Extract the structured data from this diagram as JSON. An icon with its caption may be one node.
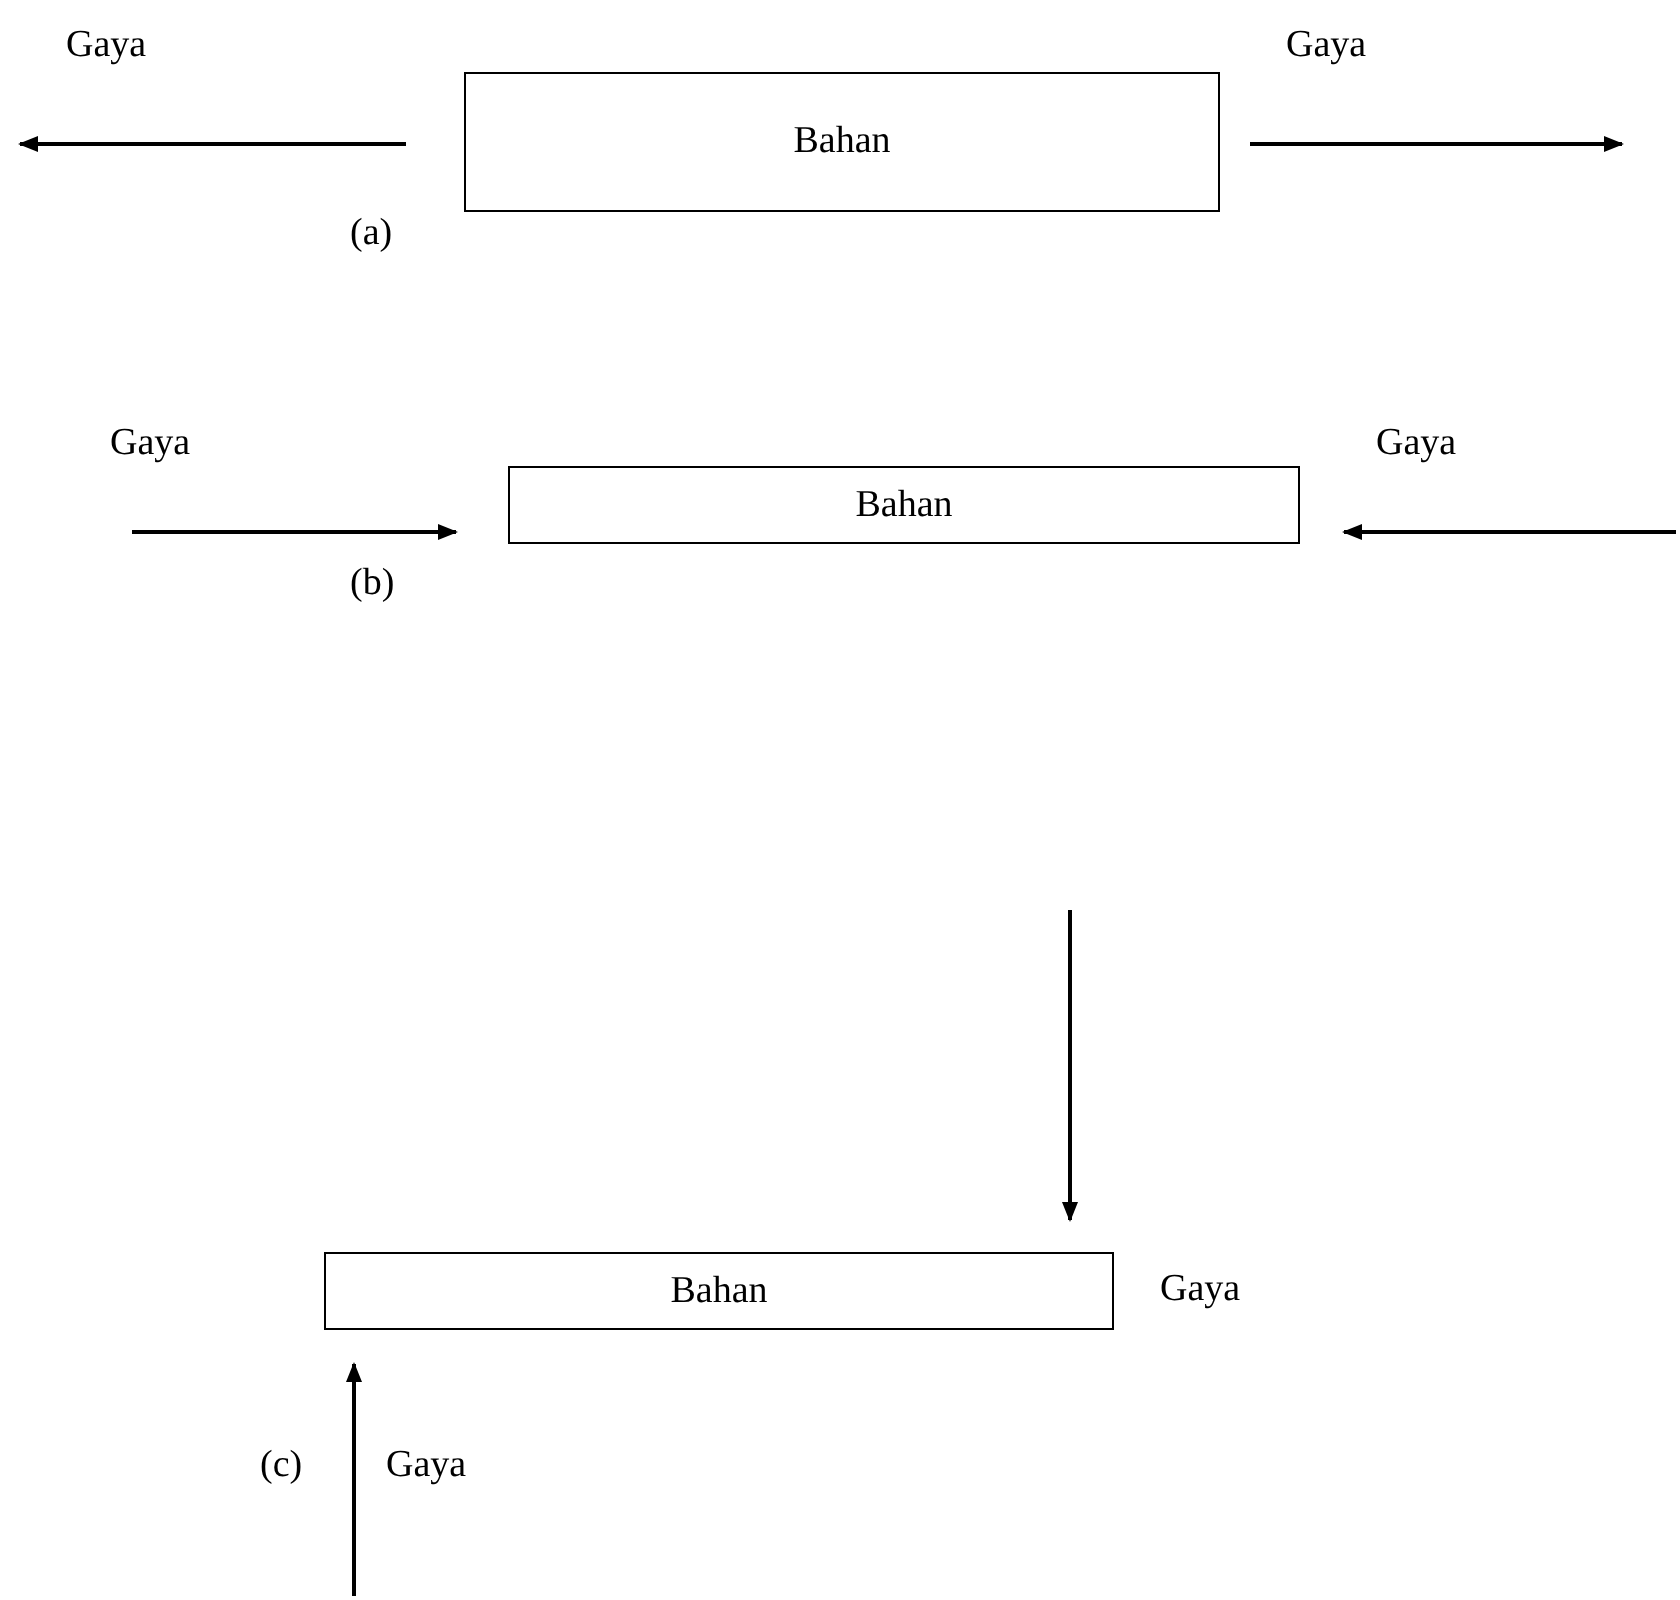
{
  "diagram": {
    "nodes": [
      {
        "text": [
          "Bahan"
        ]
      },
      {
        "text": [
          "Bahan"
        ]
      },
      {
        "text": [
          "Bahan"
        ]
      }
    ],
    "labels": [
      "Gaya",
      "Gaya",
      "(a)",
      "Gaya",
      "Gaya",
      "(b)",
      "Gaya",
      "(c)",
      "Gaya"
    ]
  }
}
